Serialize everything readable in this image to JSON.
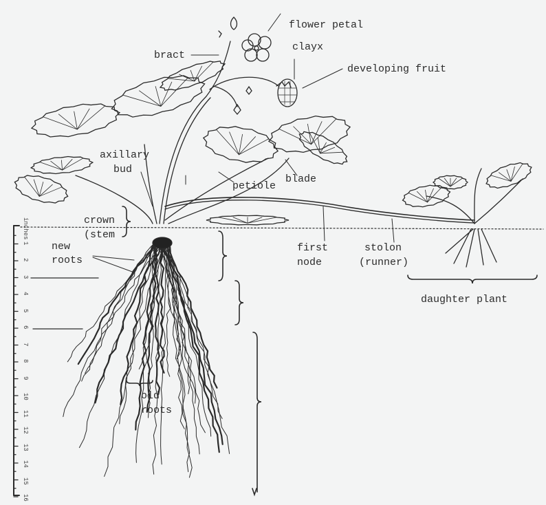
{
  "labels": {
    "flower_petal": "flower petal",
    "calyx": "clayx",
    "developing_fruit": "developing fruit",
    "bract": "bract",
    "axillary": "axillary",
    "bud": "bud",
    "petiole": "petiole",
    "blade": "blade",
    "crown": "crown",
    "stem": "(stem",
    "new": "new",
    "roots": "roots",
    "first": "first",
    "node": "node",
    "stolon": "stolon",
    "runner": "(runner)",
    "daughter_plant": "daughter plant",
    "old": "old",
    "old_roots": "roots"
  },
  "ruler": {
    "unit": "inches",
    "ticks": [
      "1",
      "2",
      "3",
      "4",
      "5",
      "6",
      "7",
      "8",
      "9",
      "10",
      "11",
      "12",
      "13",
      "14",
      "15",
      "16"
    ]
  },
  "colors": {
    "ink": "#2a2a2a",
    "paper": "#f3f4f4"
  }
}
